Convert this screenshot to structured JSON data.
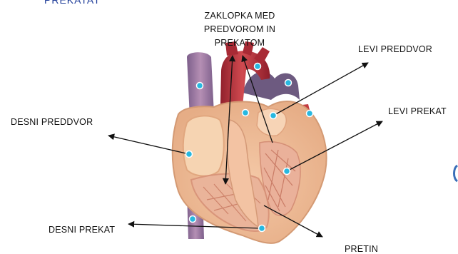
{
  "header_partial": "PREKATAT",
  "labels": {
    "valve": [
      "ZAKLOPKA MED",
      "PREDVOROM IN",
      "PREKATOM"
    ],
    "left_atrium": "LEVI PREDDVOR",
    "left_ventricle": "LEVI PREKAT",
    "right_atrium": "DESNI PREDDVOR",
    "right_ventricle": "DESNI PREKAT",
    "septum": "PRETIN"
  },
  "colors": {
    "marker": "#27b8e0",
    "vein_blue": "#8f6f9a",
    "artery_red": "#b8323c",
    "muscle": "#e9a98f",
    "chamber": "#f7d5b4",
    "outline": "#d9a47c"
  }
}
